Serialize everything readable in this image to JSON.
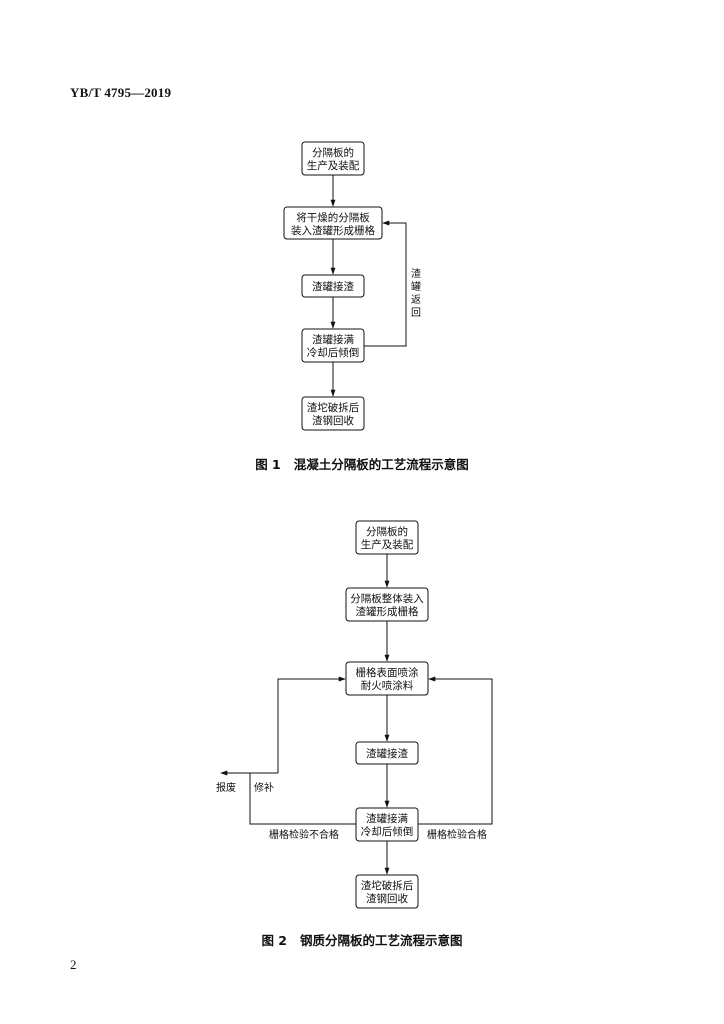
{
  "header": {
    "standard_code": "YB/T 4795—2019"
  },
  "figure1": {
    "nodes": [
      {
        "lines": [
          "分隔板的",
          "生产及装配"
        ]
      },
      {
        "lines": [
          "将干燥的分隔板",
          "装入渣罐形成栅格"
        ]
      },
      {
        "lines": [
          "渣罐接渣"
        ]
      },
      {
        "lines": [
          "渣罐接满",
          "冷却后倾倒"
        ]
      },
      {
        "lines": [
          "渣坨破拆后",
          "渣钢回收"
        ]
      }
    ],
    "loop_label": [
      "渣",
      "罐",
      "返",
      "回"
    ],
    "caption": "图 1   混凝土分隔板的工艺流程示意图"
  },
  "figure2": {
    "nodes": [
      {
        "lines": [
          "分隔板的",
          "生产及装配"
        ]
      },
      {
        "lines": [
          "分隔板整体装入",
          "渣罐形成栅格"
        ]
      },
      {
        "lines": [
          "栅格表面喷涂",
          "耐火喷涂料"
        ]
      },
      {
        "lines": [
          "渣罐接渣"
        ]
      },
      {
        "lines": [
          "渣罐接满",
          "冷却后倾倒"
        ]
      },
      {
        "lines": [
          "渣坨破拆后",
          "渣钢回收"
        ]
      }
    ],
    "label_scrap": "报废",
    "label_repair": "修补",
    "label_fail": "栅格检验不合格",
    "label_pass": "栅格检验合格",
    "caption": "图 2   钢质分隔板的工艺流程示意图"
  },
  "footer": {
    "page_number": "2"
  }
}
